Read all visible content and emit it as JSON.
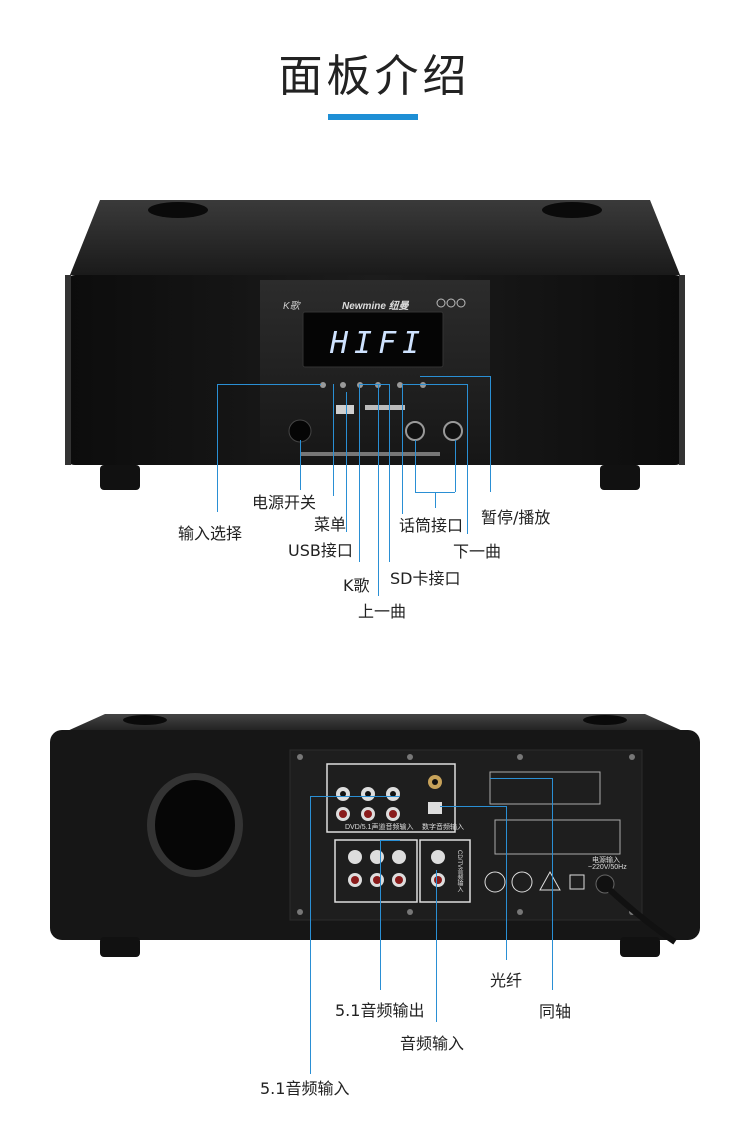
{
  "page": {
    "title": "面板介绍",
    "accent_color": "#1e8fd5"
  },
  "front_panel": {
    "brand": "Newmine 纽曼",
    "k_logo": "K歌",
    "display_text": "HIFI",
    "labels": {
      "input_select": "输入选择",
      "power_switch": "电源开关",
      "menu": "菜单",
      "usb_port": "USB接口",
      "k_song": "K歌",
      "sd_port": "SD卡接口",
      "prev_track": "上一曲",
      "mic_port": "话筒接口",
      "next_track": "下一曲",
      "pause_play": "暂停/播放"
    }
  },
  "back_panel": {
    "labels": {
      "optical": "光纤",
      "coaxial": "同轴",
      "out_51": "5.1音频输出",
      "audio_in": "音频输入",
      "in_51": "5.1音频输入"
    },
    "panel_texts": {
      "dvd_in": "DVD/5.1声道音频输入",
      "digital_in": "数字音频输入",
      "cd_tv_in": "CD/TV音频输入",
      "power_in": "电源输入",
      "voltage": "~220V/50Hz"
    }
  }
}
